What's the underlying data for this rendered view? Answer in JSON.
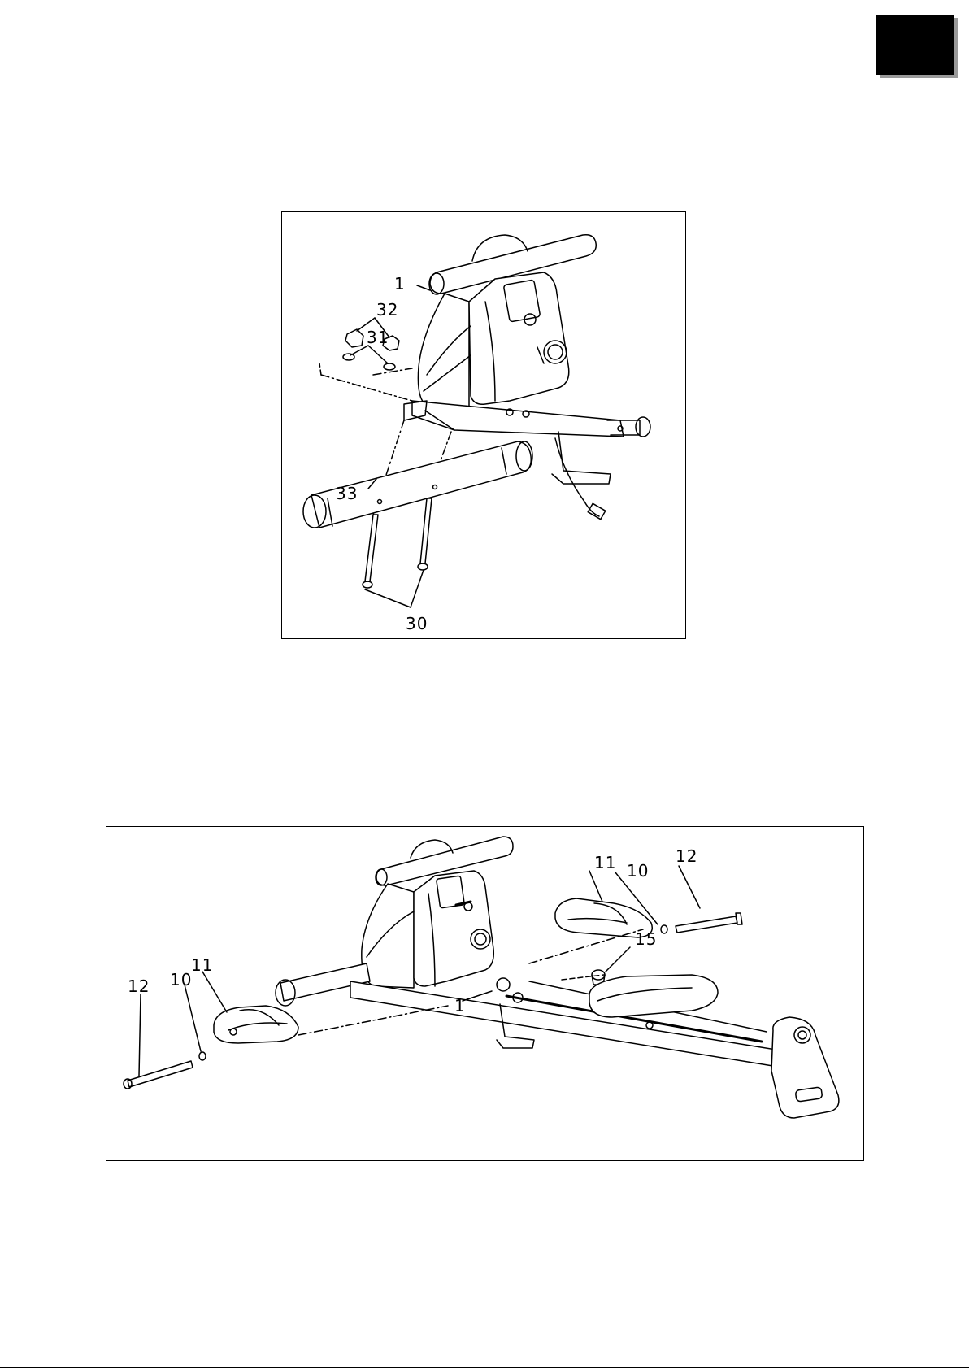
{
  "figure1": {
    "callouts": {
      "p1": "1",
      "p32": "32",
      "p31": "31",
      "p33": "33",
      "p30": "30"
    }
  },
  "figure2": {
    "callouts": {
      "p11_right": "11",
      "p10_right": "10",
      "p12_right": "12",
      "p15": "15",
      "p1": "1",
      "p11_left": "11",
      "p10_left": "10",
      "p12_left": "12"
    }
  },
  "colors": {
    "ink": "#000000",
    "tab": "#000000",
    "tab_shadow": "#9a9a9a"
  }
}
